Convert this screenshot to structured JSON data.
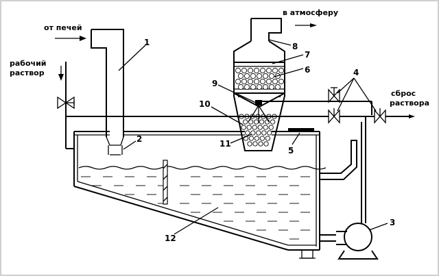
{
  "labels": {
    "from_furnaces": "от печей",
    "to_atmosphere": "в атмосферу",
    "working_solution_1": "рабочий",
    "working_solution_2": "раствор",
    "discharge_1": "сброс",
    "discharge_2": "раствора"
  },
  "numbers": [
    "1",
    "2",
    "3",
    "4",
    "5",
    "6",
    "7",
    "8",
    "9",
    "10",
    "11",
    "12"
  ],
  "colors": {
    "ink": "#000000",
    "background": "#ffffff",
    "border": "#bfbfbf"
  }
}
